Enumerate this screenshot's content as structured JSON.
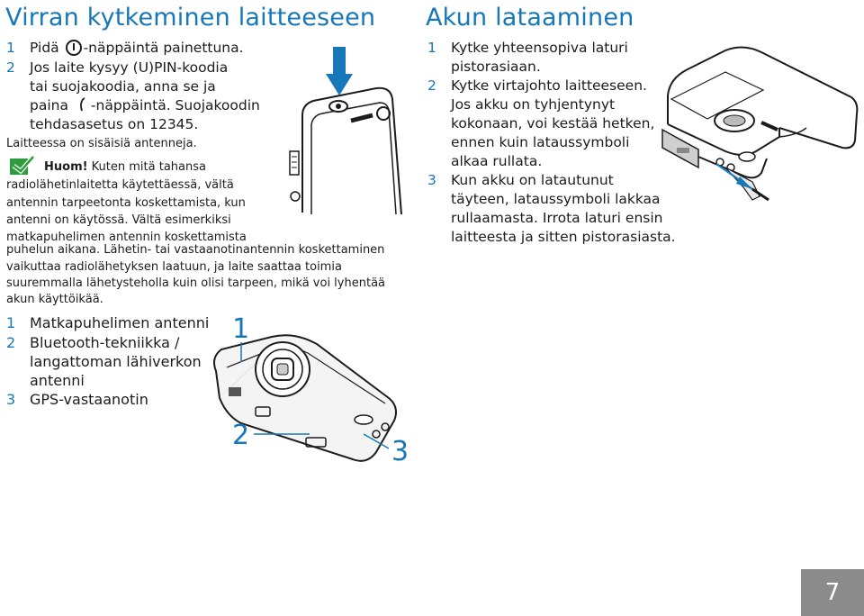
{
  "left": {
    "title": "Virran kytkeminen laitteeseen",
    "step1_num": "1",
    "step1_a": "Pidä",
    "step1_b": "-näppäintä painettuna.",
    "step2_num": "2",
    "step2_l1": "Jos laite kysyy (U)PIN-koodia",
    "step2_l2": "tai suojakoodia, anna se ja",
    "step2_l3a": "paina",
    "step2_l3b": "-näppäintä. Suojakoodin",
    "step2_l4": "tehdasasetus on 12345.",
    "antenna_intro": "Laitteessa on sisäisiä antenneja.",
    "note_label": "Huom!",
    "note_l1": " Kuten mitä tahansa",
    "note_l2": "radiolähetinlaitetta käytettäessä, vältä",
    "note_l3": "antennin tarpeetonta koskettamista, kun",
    "note_l4": "antenni on käytössä. Vältä esimerkiksi",
    "note_l5": "matkapuhelimen antennin koskettamista",
    "note_l6": "puhelun aikana. Lähetin- tai vastaanotinantennin koskettaminen",
    "note_l7": "vaikuttaa radiolähetyksen laatuun, ja laite saattaa toimia",
    "note_l8": "suuremmalla lähetysteholla kuin olisi tarpeen, mikä voi lyhentää",
    "note_l9": "akun käyttöikää.",
    "ant1_num": "1",
    "ant1": "Matkapuhelimen antenni",
    "ant2_num": "2",
    "ant2_l1": "Bluetooth-tekniikka /",
    "ant2_l2": "langattoman lähiverkon",
    "ant2_l3": "antenni",
    "ant3_num": "3",
    "ant3": "GPS-vastaanotin",
    "callout1": "1",
    "callout2": "2",
    "callout3": "3"
  },
  "right": {
    "title": "Akun lataaminen",
    "s1_num": "1",
    "s1_l1": "Kytke yhteensopiva laturi",
    "s1_l2": "pistorasiaan.",
    "s2_num": "2",
    "s2_l1": "Kytke virtajohto laitteeseen.",
    "s2_l2": "Jos akku on tyhjentynyt",
    "s2_l3": "kokonaan, voi kestää hetken,",
    "s2_l4": "ennen kuin lataussymboli",
    "s2_l5": "alkaa rullata.",
    "s3_num": "3",
    "s3_l1": "Kun akku on latautunut",
    "s3_l2": "täyteen, lataussymboli lakkaa",
    "s3_l3": "rullaamasta. Irrota laturi ensin",
    "s3_l4": "laitteesta ja sitten pistorasiasta."
  },
  "page_number": "7",
  "colors": {
    "accent": "#1778b9",
    "note_icon": "#2d9c3c",
    "page_box": "#8b8b8b"
  }
}
